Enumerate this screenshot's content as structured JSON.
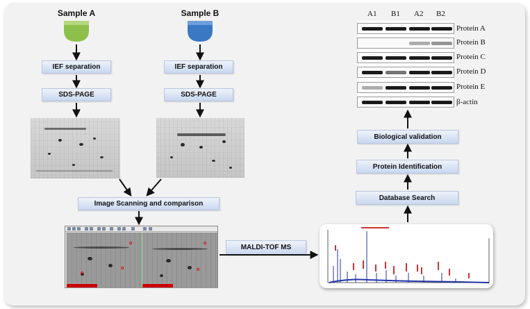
{
  "samples": {
    "a_label": "Sample A",
    "b_label": "Sample B",
    "a_color": "#8dc04a",
    "b_color": "#3a78c4"
  },
  "steps": {
    "ief": "IEF separation",
    "sds": "SDS-PAGE",
    "image_scanning": "Image Scanning and comparison",
    "maldi": "MALDI-TOF MS",
    "database": "Database Search",
    "protein_id": "Protein Identification",
    "bio_validation": "Biological validation"
  },
  "western_blot": {
    "lanes": [
      "A1",
      "B1",
      "A2",
      "B2"
    ],
    "proteins": [
      "Protein A",
      "Protein B",
      "Protein C",
      "Protein D",
      "Protein E",
      "β-actin"
    ]
  },
  "icons": [
    "down-arrow",
    "right-arrow",
    "up-arrow",
    "funnel-shape"
  ]
}
